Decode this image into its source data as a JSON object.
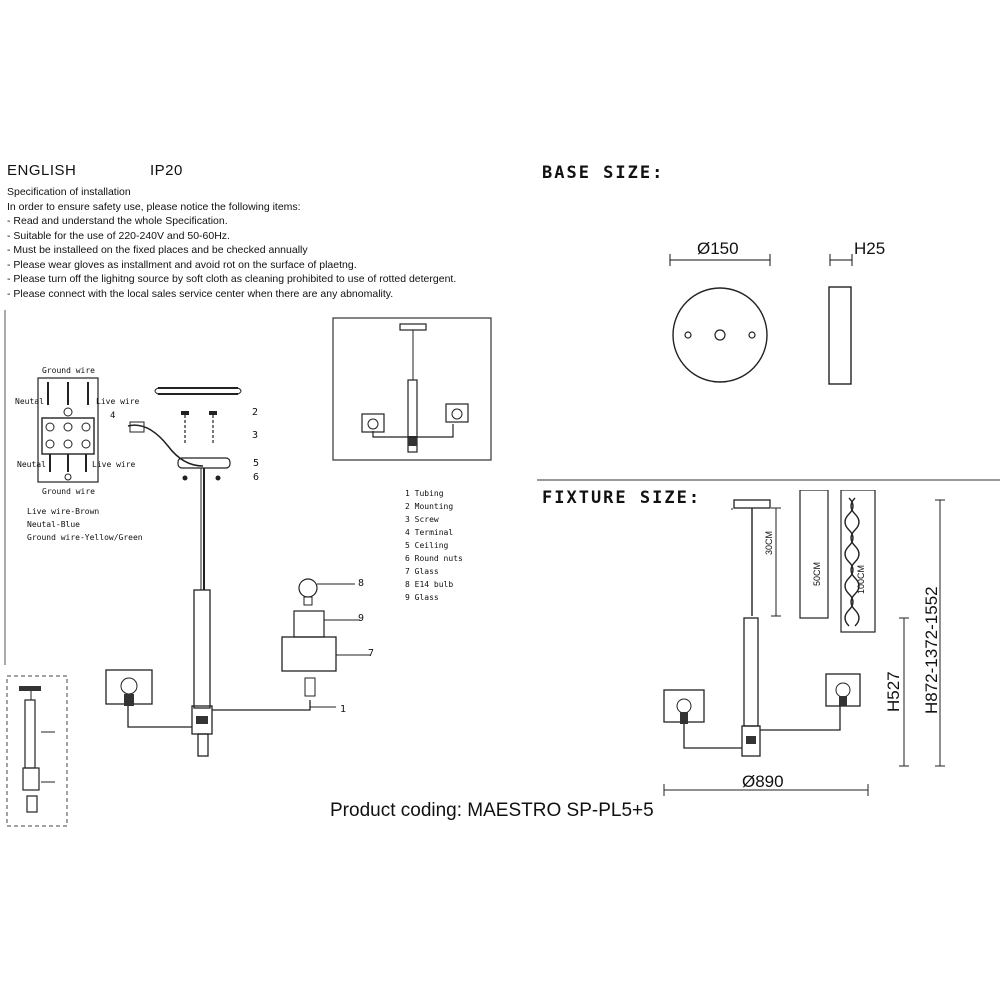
{
  "header": {
    "language": "ENGLISH",
    "ip": "IP20"
  },
  "spec": {
    "title": "Specification of installation",
    "lines": [
      "In order to ensure safety use, please notice the following items:",
      "- Read and understand the whole Specification.",
      "- Suitable for the use of 220-240V and 50-60Hz.",
      "- Must be installeed on the fixed places and be checked annually",
      "- Please wear gloves as installment and avoid rot on the surface of plaetng.",
      "- Please turn off the lighitng source by soft cloth as cleaning prohibited to use of rotted detergent.",
      "- Please connect with the local sales service center when there are any abnomality."
    ]
  },
  "wiring": {
    "ground_top": "Ground wire",
    "ground_bottom": "Ground wire",
    "neutral_top": "Neutal",
    "neutral_bottom": "Neutal",
    "live_top": "Live wire",
    "live_bottom": "Live wire",
    "color_lines": [
      "Live wire-Brown",
      "Neutal-Blue",
      "Ground wire-Yellow/Green"
    ]
  },
  "callouts": [
    "1",
    "2",
    "3",
    "4",
    "5",
    "6",
    "7",
    "8",
    "9"
  ],
  "parts_legend": [
    "1 Tubing",
    "2 Mounting",
    "3 Screw",
    "4 Terminal",
    "5 Ceiling",
    "6 Round nuts",
    "7 Glass",
    "8 E14 bulb",
    "9 Glass"
  ],
  "base_size": {
    "title": "BASE SIZE:",
    "diameter": "Ø150",
    "height": "H25"
  },
  "fixture_size": {
    "title": "FIXTURE SIZE:",
    "rod_30": "30CM",
    "rod_50": "50CM",
    "chain_100": "100CM",
    "height_body": "H527",
    "height_total": "H872-1372-1552",
    "width": "Ø890"
  },
  "product_coding": "Product coding: MAESTRO SP-PL5+5"
}
